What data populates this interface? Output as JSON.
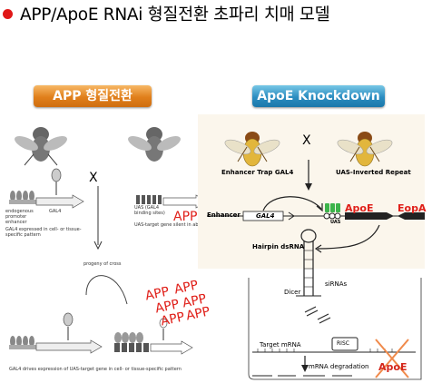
{
  "title": "APP/ApoE RNAi 형질전환 초파리 치매 모델",
  "buttons": {
    "app": "APP 형질전환",
    "apoe": "ApoE Knockdown"
  },
  "colors": {
    "bullet": "#e01818",
    "app_button": "#e07f1b",
    "apoe_button": "#2b8cc0",
    "red_text": "#e0201a"
  },
  "left": {
    "cross_symbol": "X",
    "endogenous_label": "endogenous promoter enhancer",
    "gal4_label": "GAL4",
    "gal4_caption": "GAL4 expressed in cell- or tissue-specific pattern",
    "uas_label": "UAS (GAL4 binding sites)",
    "uas_caption": "UAS-target gene silent in absence of",
    "progeny_label": "progeny of cross",
    "bottom_caption": "GAL4 drives expression of UAS-target gene in cell- or tissue-specific pattern",
    "app_side_label": "APP",
    "app_cluster": [
      "APP",
      "APP",
      "APP",
      "APP",
      "APP",
      "APP"
    ]
  },
  "right": {
    "cross_symbol": "X",
    "fly1_label": "Enhancer Trap GAL4",
    "fly2_label": "UAS-Inverted Repeat",
    "enhancer": "Enhancer",
    "gal4": "GAL4",
    "uas": "UAS",
    "apoe": "ApoE",
    "eopa": "EopA",
    "hairpin": "Hairpin dsRNA",
    "dicer": "Dicer",
    "sirnas": "siRNAs",
    "risc": "RISC",
    "target_mrna": "Target mRNA",
    "degradation": "mRNA degradation",
    "apoe_crossed": "ApoE"
  }
}
